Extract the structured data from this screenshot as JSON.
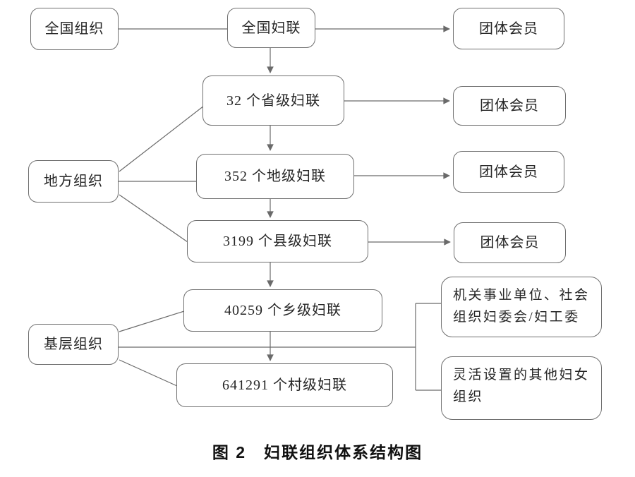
{
  "caption": "图 2　妇联组织体系结构图",
  "colors": {
    "line": "#6a6a6a",
    "box_border": "#6f6f6f",
    "box_text": "#262626",
    "caption_text": "#111111",
    "background": "#ffffff"
  },
  "nodes": {
    "national_org": {
      "label": "全国组织"
    },
    "national_fulian": {
      "label": "全国妇联"
    },
    "member_1": {
      "label": "团体会员"
    },
    "provincial": {
      "label": "32 个省级妇联"
    },
    "member_2": {
      "label": "团体会员"
    },
    "local_org": {
      "label": "地方组织"
    },
    "prefecture": {
      "label": "352 个地级妇联"
    },
    "member_3": {
      "label": "团体会员"
    },
    "county": {
      "label": "3199 个县级妇联"
    },
    "member_4": {
      "label": "团体会员"
    },
    "township": {
      "label": "40259 个乡级妇联"
    },
    "grassroots_org": {
      "label": "基层组织"
    },
    "village": {
      "label": "641291 个村级妇联"
    },
    "org_committee": {
      "label": "机关事业单位、社会\n组织妇委会/妇工委"
    },
    "flexible_org": {
      "label": "灵活设置的其他妇女\n组织"
    }
  }
}
